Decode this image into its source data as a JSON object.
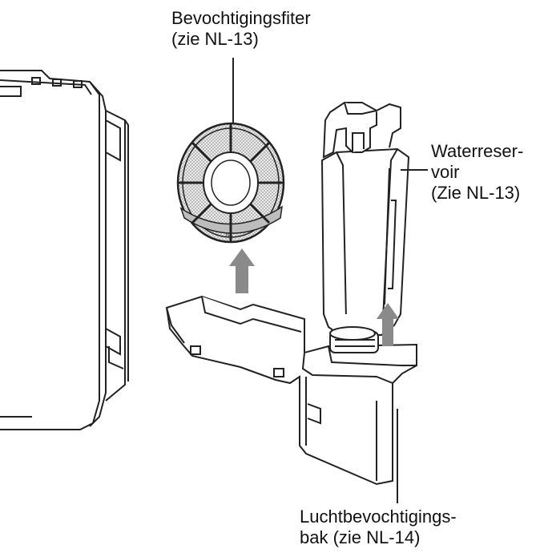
{
  "labels": {
    "humidifier_filter": {
      "line1": "Bevochtigingsfiter",
      "line2": "(zie NL-13)"
    },
    "water_reservoir": {
      "line1": "Waterreser-",
      "line2": "voir",
      "line3": "(Zie NL-13)"
    },
    "humidifier_tray": {
      "line1": "Luchtbevochtigings-",
      "line2": "bak (zie NL-14)"
    }
  },
  "colors": {
    "background": "#ffffff",
    "outline": "#222222",
    "arrow": "#8a8a8a",
    "filter_shade": "#bdbdbd"
  }
}
